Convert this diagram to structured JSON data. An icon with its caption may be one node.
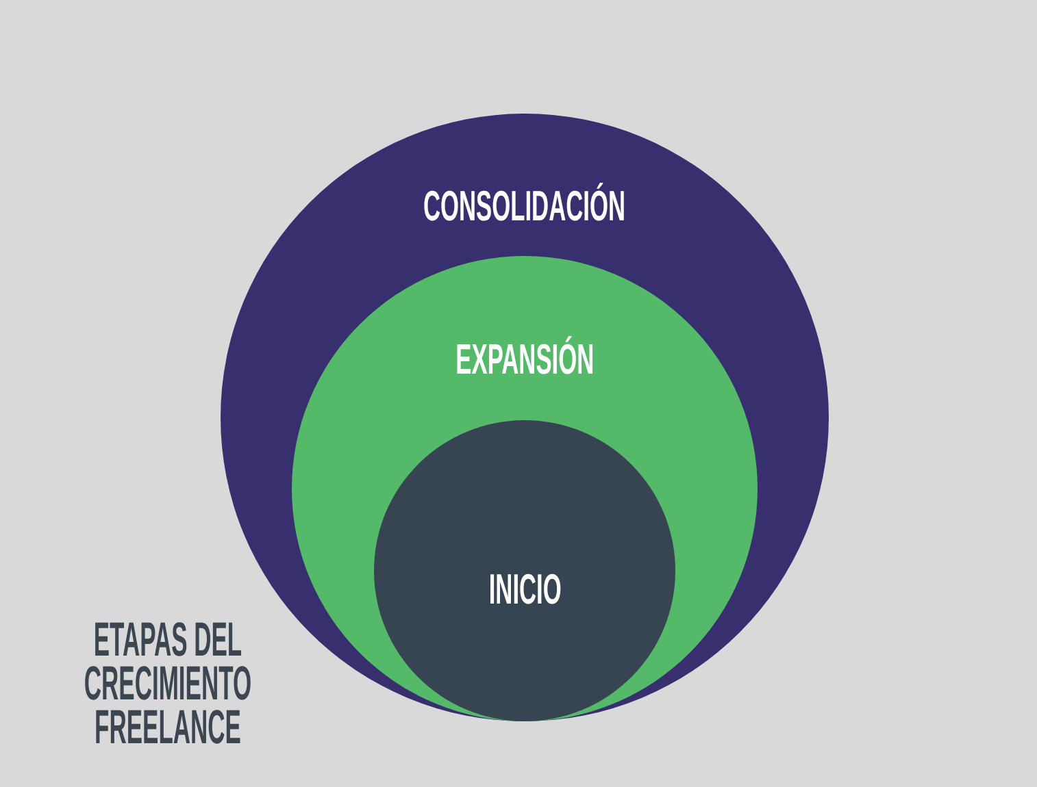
{
  "diagram": {
    "title": "ETAPAS DEL CRECIMIENTO FREELANCE",
    "nodes": [
      {
        "text": [
          "CONSOLIDACIÓN"
        ]
      },
      {
        "text": [
          "EXPANSIÓN"
        ],
        "in": 0
      },
      {
        "text": [
          "INICIO"
        ],
        "in": 1
      }
    ]
  }
}
